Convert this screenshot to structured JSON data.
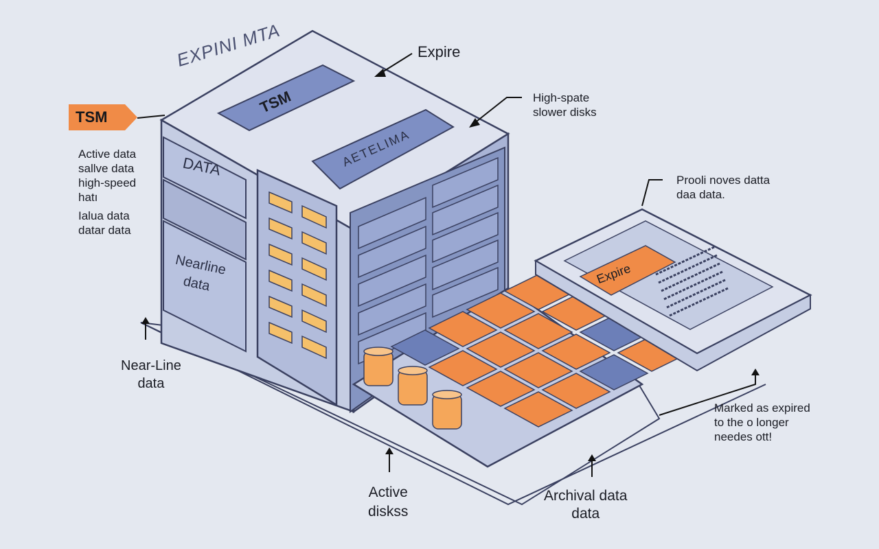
{
  "tag": {
    "label": "TSM"
  },
  "title_text": "EXPINI MTA",
  "top_label": "Expire",
  "plate_tsm": "TSM",
  "plate_front": "AETELIMA",
  "left_panel": {
    "data": "DATA",
    "nearline": [
      "Nearline",
      "data"
    ]
  },
  "left_notes": [
    "Active data",
    "sallve data",
    "high-speed",
    "hatı",
    "Ialua data",
    "datar data"
  ],
  "high_speed_note": [
    "High-spate",
    "slower disks"
  ],
  "pool_note": [
    "Prooli noves datta",
    "daa data."
  ],
  "tablet_badge": "Expire",
  "nearline_note": [
    "Near-Line",
    "data"
  ],
  "active_disks": [
    "Active",
    "diskss"
  ],
  "archival": [
    "Archival data",
    "data"
  ],
  "expired_note": [
    "Marked as expired",
    "to the o longer",
    "needes ott!"
  ],
  "colors": {
    "orange": "#f08b47",
    "blue_face": "#8d9cc7",
    "light_face": "#cfd6e8",
    "outline": "#3a4060"
  }
}
